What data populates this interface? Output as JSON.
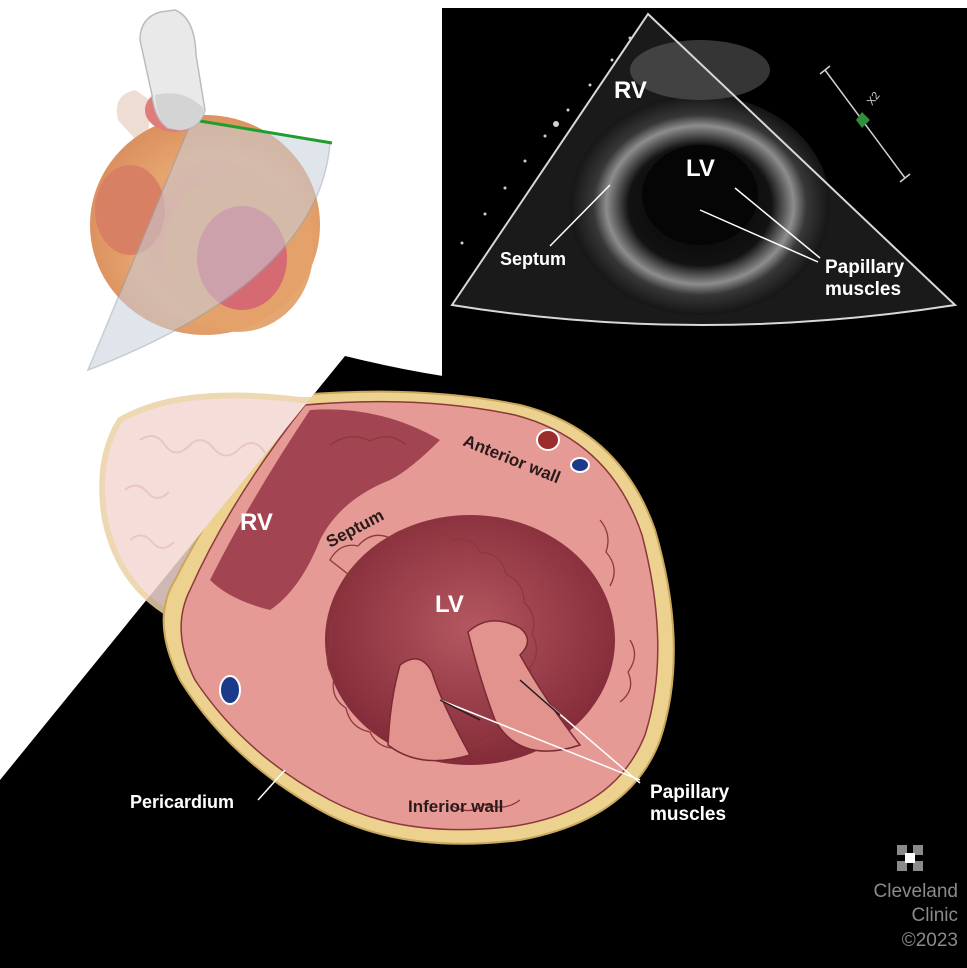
{
  "ultrasound": {
    "rv": "RV",
    "lv": "LV",
    "septum": "Septum",
    "papillary_line1": "Papillary",
    "papillary_line2": "muscles",
    "scale_label": "X2"
  },
  "diagram": {
    "rv": "RV",
    "lv": "LV",
    "septum": "Septum",
    "anterior_wall": "Anterior wall",
    "inferior_wall": "Inferior wall",
    "pericardium": "Pericardium",
    "papillary_line1": "Papillary",
    "papillary_line2": "muscles"
  },
  "branding": {
    "line1": "Cleveland",
    "line2": "Clinic",
    "copyright": "©2023"
  },
  "colors": {
    "fan_black": "#000000",
    "myocardium": "#e59a95",
    "cavity": "#9b3b47",
    "pericardium_fat": "#ecd18f",
    "probe_plane_line": "#1f9e2f"
  }
}
